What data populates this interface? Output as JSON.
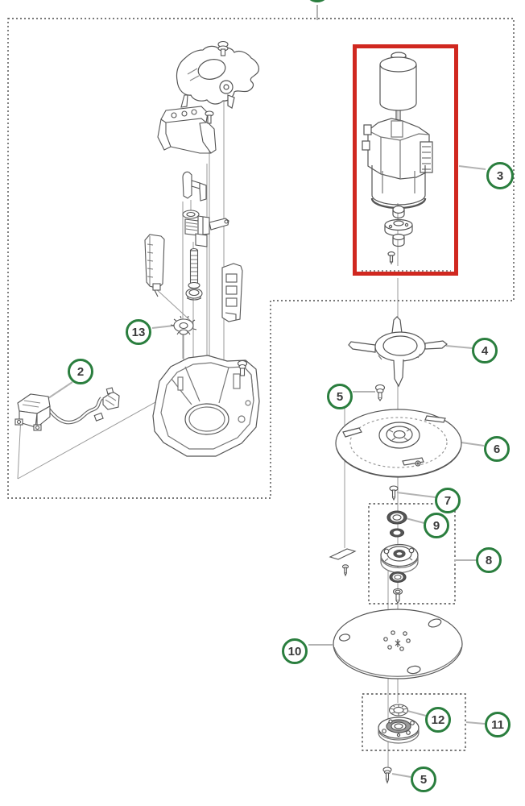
{
  "diagram": {
    "kind": "exploded-parts-diagram",
    "highlighted_part": "3",
    "callouts": [
      {
        "id": "top-cut",
        "label": ""
      },
      {
        "id": "2",
        "label": "2"
      },
      {
        "id": "13",
        "label": "13"
      },
      {
        "id": "3",
        "label": "3"
      },
      {
        "id": "4",
        "label": "4"
      },
      {
        "id": "5a",
        "label": "5"
      },
      {
        "id": "6",
        "label": "6"
      },
      {
        "id": "7",
        "label": "7"
      },
      {
        "id": "9",
        "label": "9"
      },
      {
        "id": "8",
        "label": "8"
      },
      {
        "id": "10",
        "label": "10"
      },
      {
        "id": "12",
        "label": "12"
      },
      {
        "id": "11",
        "label": "11"
      },
      {
        "id": "5b",
        "label": "5"
      }
    ],
    "colors": {
      "callout_ring": "#2a7e3e",
      "highlight": "#d02820",
      "leader": "#b3b3b3",
      "artwork": "#555555",
      "dash": "#4d4d4d"
    }
  }
}
